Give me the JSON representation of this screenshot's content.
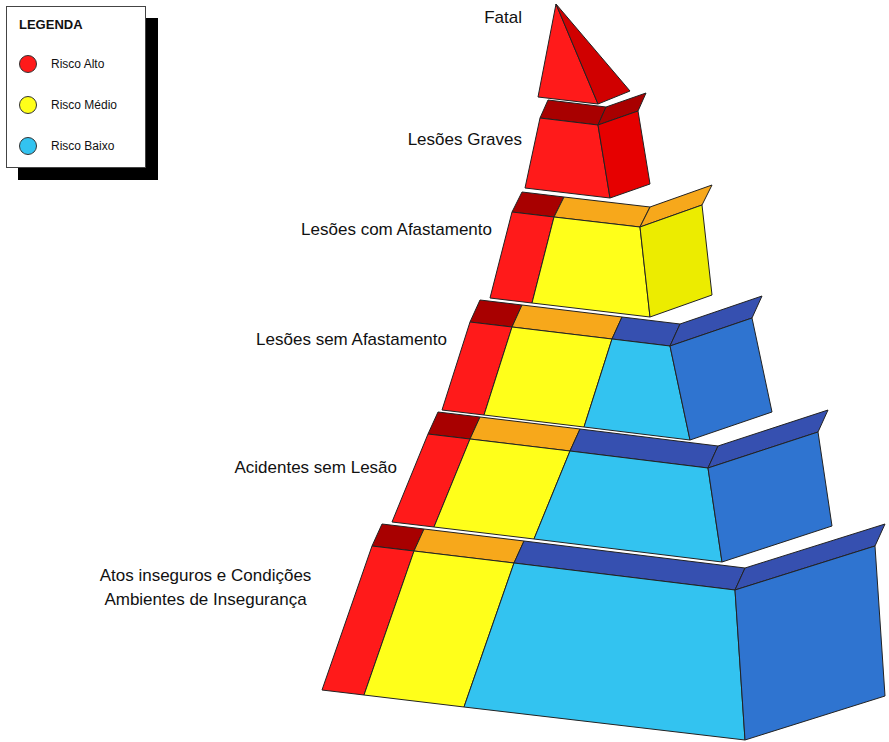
{
  "diagram": {
    "nodes": [
      {
        "text": [
          "Fatal"
        ]
      },
      {
        "text": [
          "Lesões Graves"
        ]
      },
      {
        "text": [
          "Lesões com Afastamento"
        ]
      },
      {
        "text": [
          "Lesões sem Afastamento"
        ]
      },
      {
        "text": [
          "Acidentes sem Lesão"
        ]
      },
      {
        "text": [
          "Atos inseguros e Condições Ambientes de Insegurança"
        ]
      }
    ],
    "labels": [
      "LEGENDA"
    ],
    "legend": [
      {
        "text": "Risco Alto",
        "color": "#ff1a1a"
      },
      {
        "text": "Risco Médio",
        "color": "#ffff1a"
      },
      {
        "text": "Risco Baixo",
        "color": "#33c3f0"
      }
    ]
  }
}
